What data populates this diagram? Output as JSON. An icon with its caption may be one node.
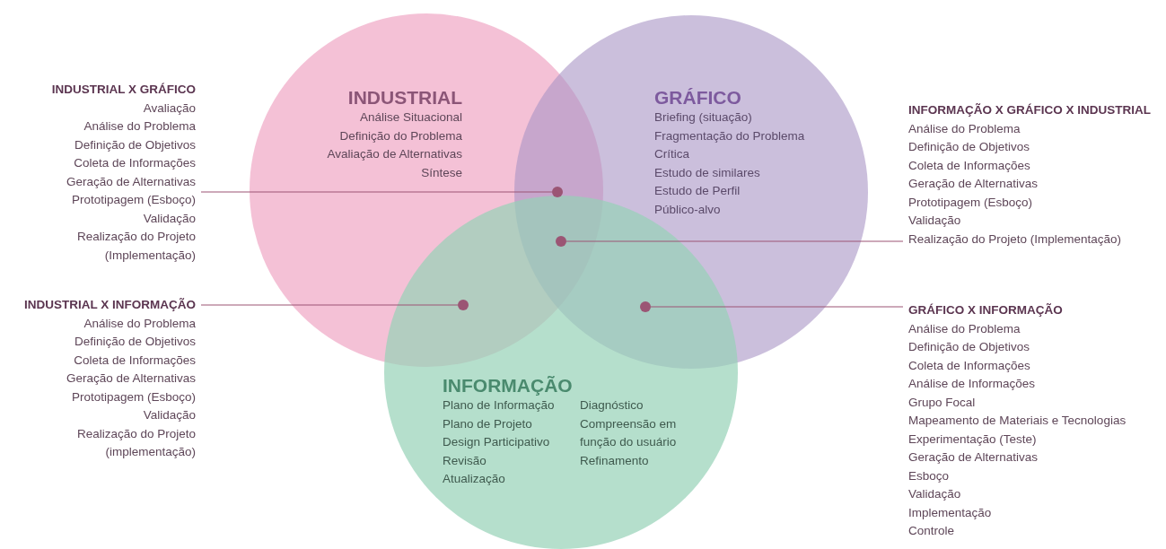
{
  "diagram": {
    "nodes": [
      {
        "text": [
          "INDUSTRIAL",
          "Análise Situacional",
          "Definição do Problema",
          "Avaliação de Alternativas",
          "Síntese"
        ]
      },
      {
        "text": [
          "GRÁFICO",
          "Briefing (situação)",
          "Fragmentação do Problema",
          "Crítica",
          "Estudo de similares",
          "Estudo de Perfil",
          "Público-alvo"
        ]
      },
      {
        "text": [
          "INFORMAÇÃO",
          "Plano de Informação",
          "Plano de Projeto",
          "Design Participativo",
          "Revisão",
          "Atualização",
          "Diagnóstico",
          "Compreensão em função do usuário",
          "Refinamento"
        ]
      },
      {
        "text": [
          "INDUSTRIAL X GRÁFICO",
          "Avaliação",
          "Análise do Problema",
          "Definição de Objetivos",
          "Coleta de Informações",
          "Geração de Alternativas",
          "Prototipagem (Esboço)",
          "Validação",
          "Realização do Projeto (Implementação)"
        ]
      },
      {
        "text": [],
        "shape": "circle"
      },
      {
        "text": [
          "INFORMAÇÃO X GRÁFICO X INDUSTRIAL",
          "Análise do Problema",
          "Definição de Objetivos",
          "Coleta de Informações",
          "Geração de Alternativas",
          "Prototipagem (Esboço)",
          "Validação",
          "Realização do Projeto (Implementação)"
        ]
      },
      {
        "text": [],
        "shape": "circle"
      },
      {
        "text": [
          "INDUSTRIAL X INFORMAÇÃO",
          "Análise do Problema",
          "Definição de Objetivos",
          "Coleta de Informações",
          "Geração de Alternativas",
          "Prototipagem (Esboço)",
          "Validação",
          "Realização do Projeto (implementação)"
        ]
      },
      {
        "text": [],
        "shape": "circle"
      },
      {
        "text": [
          "GRÁFICO X INFORMAÇÃO",
          "Análise do Problema",
          "Definição de Objetivos",
          "Coleta de Informações",
          "Análise de Informações",
          "Grupo Focal",
          "Mapeamento de Materiais e Tecnologias",
          "Experimentação (Teste)",
          "Geração de Alternativas",
          "Esboço",
          "Validação",
          "Implementação",
          "Controle"
        ]
      },
      {
        "text": [],
        "shape": "circle"
      }
    ],
    "edges": [
      {
        "from": 3,
        "to": 4,
        "arrow": "none"
      },
      {
        "from": 5,
        "to": 6,
        "arrow": "none"
      },
      {
        "from": 7,
        "to": 8,
        "arrow": "none"
      },
      {
        "from": 9,
        "to": 10,
        "arrow": "none"
      }
    ]
  }
}
